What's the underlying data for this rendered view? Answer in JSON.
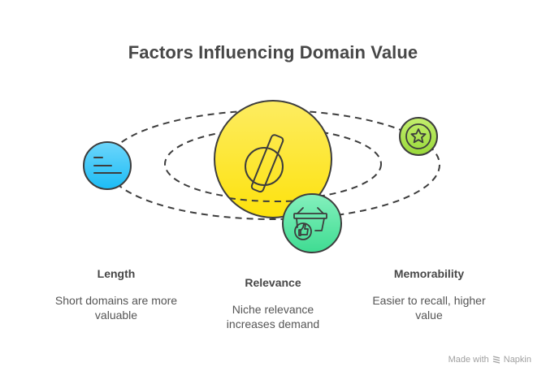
{
  "title": "Factors Influencing Domain Value",
  "center_icon": "domain-d-icon",
  "factors": [
    {
      "name": "Length",
      "description_line1": "Short domains are more",
      "description_line2": "valuable",
      "icon": "text-lines-icon",
      "color": "#38c4f6"
    },
    {
      "name": "Relevance",
      "description_line1": "Niche relevance",
      "description_line2": "increases demand",
      "icon": "basket-thumbs-up-icon",
      "color": "#4fe09f"
    },
    {
      "name": "Memorability",
      "description_line1": "Easier to recall, higher",
      "description_line2": "value",
      "icon": "star-icon",
      "color": "#a8e04a"
    }
  ],
  "colors": {
    "center": "#fde539",
    "outline": "#3d3d3d"
  },
  "footer": {
    "prefix": "Made with",
    "brand": "Napkin"
  }
}
